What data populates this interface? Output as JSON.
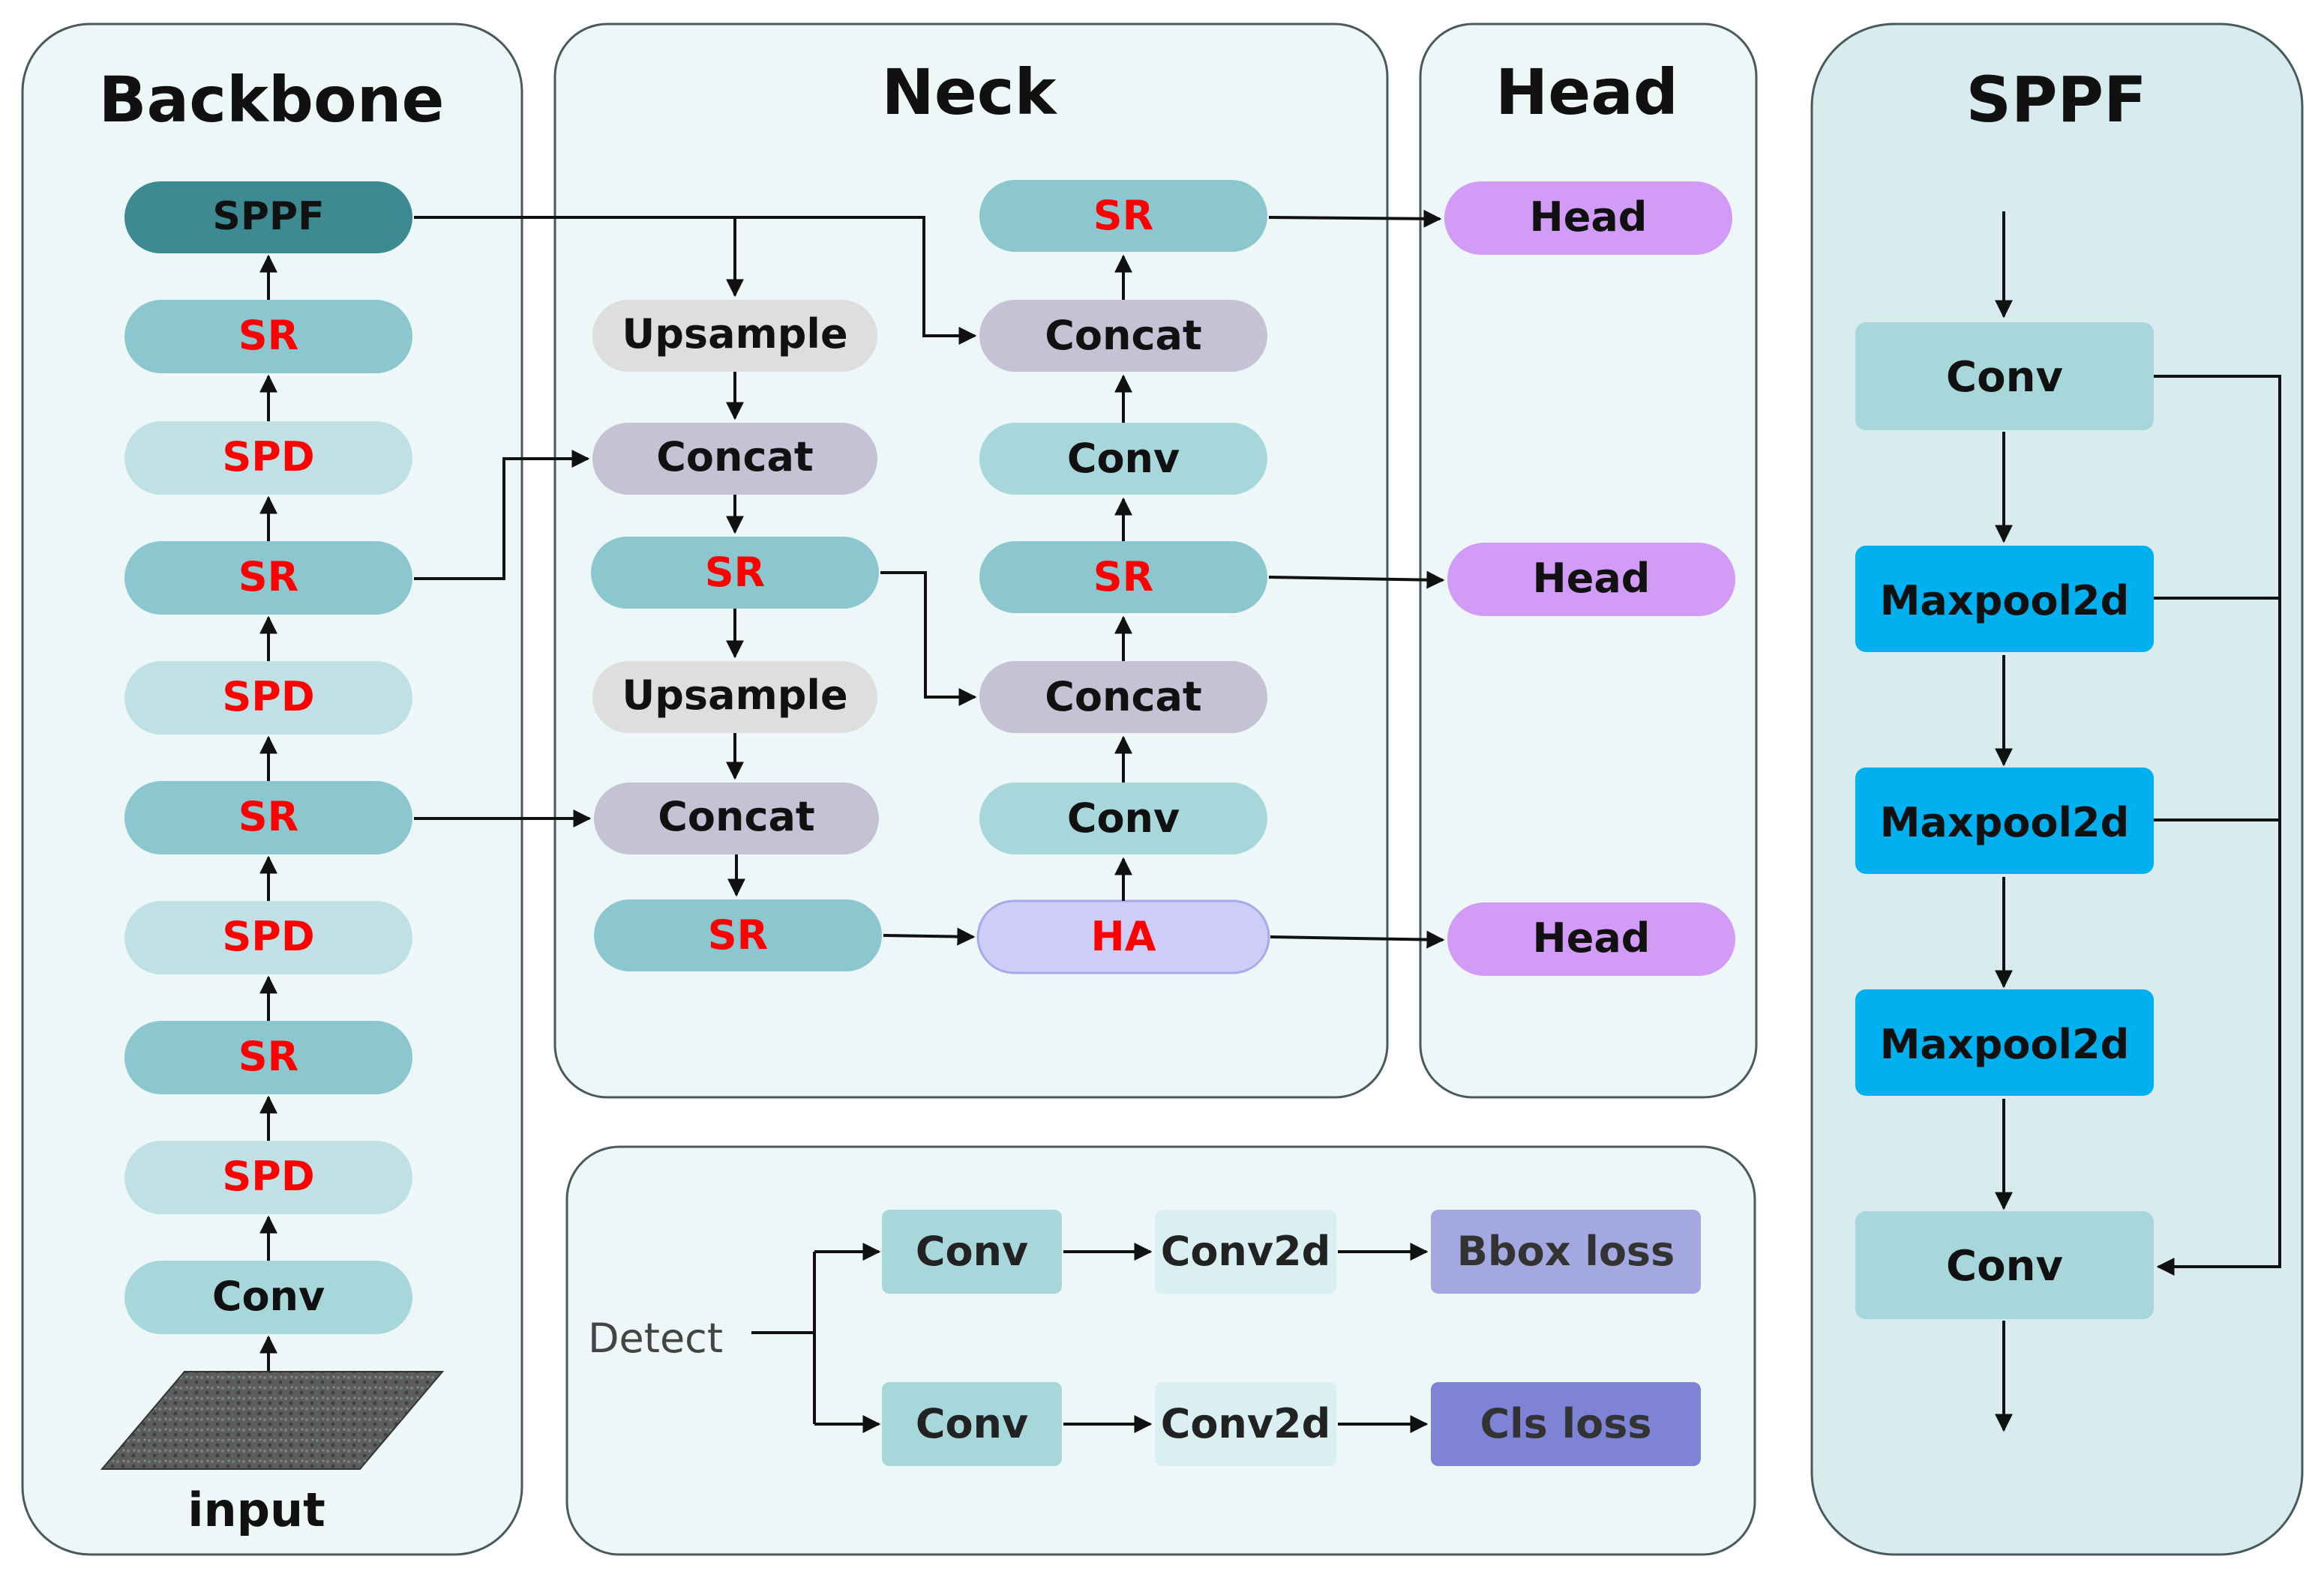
{
  "colors": {
    "panel_fill": "#eef7f7",
    "panel_stroke": "#4a5a5a",
    "sppf_panel_fill": "#d8ecef",
    "sppf_dark": "#3d8a92",
    "sr_fill": "#8cc6cf",
    "spd_fill": "#bfe0e4",
    "conv_fill": "#a8d7db",
    "concat_fill": "#c4c2d4",
    "upsample_fill": "#dedede",
    "ha_fill": "#cdcdf8",
    "head_fill": "#d29cf6",
    "maxpool_fill": "#00b0ef",
    "conv2d_fill": "#d9eff1",
    "bbox_fill": "#a3a9e0",
    "cls_fill": "#7f83d6",
    "red_text": "#ff0000",
    "dark_text": "#111111"
  },
  "panels": {
    "backbone": "Backbone",
    "neck": "Neck",
    "head": "Head",
    "sppf": "SPPF"
  },
  "backbone": {
    "input_label": "input",
    "blocks": [
      {
        "label": "SPPF",
        "kind": "sppf"
      },
      {
        "label": "SR",
        "kind": "sr"
      },
      {
        "label": "SPD",
        "kind": "spd"
      },
      {
        "label": "SR",
        "kind": "sr"
      },
      {
        "label": "SPD",
        "kind": "spd"
      },
      {
        "label": "SR",
        "kind": "sr"
      },
      {
        "label": "SPD",
        "kind": "spd"
      },
      {
        "label": "SR",
        "kind": "sr"
      },
      {
        "label": "SPD",
        "kind": "spd"
      },
      {
        "label": "Conv",
        "kind": "conv"
      }
    ]
  },
  "neck": {
    "left_column": [
      {
        "label": "Upsample",
        "kind": "upsample"
      },
      {
        "label": "Concat",
        "kind": "concat"
      },
      {
        "label": "SR",
        "kind": "sr"
      },
      {
        "label": "Upsample",
        "kind": "upsample"
      },
      {
        "label": "Concat",
        "kind": "concat"
      },
      {
        "label": "SR",
        "kind": "sr"
      }
    ],
    "right_column": [
      {
        "label": "SR",
        "kind": "sr"
      },
      {
        "label": "Concat",
        "kind": "concat"
      },
      {
        "label": "Conv",
        "kind": "conv"
      },
      {
        "label": "SR",
        "kind": "sr"
      },
      {
        "label": "Concat",
        "kind": "concat"
      },
      {
        "label": "Conv",
        "kind": "conv"
      },
      {
        "label": "HA",
        "kind": "ha"
      }
    ]
  },
  "head": {
    "blocks": [
      "Head",
      "Head",
      "Head"
    ]
  },
  "detect": {
    "label": "Detect",
    "rows": [
      {
        "conv": "Conv",
        "conv2d": "Conv2d",
        "loss": "Bbox loss",
        "loss_kind": "bbox"
      },
      {
        "conv": "Conv",
        "conv2d": "Conv2d",
        "loss": "Cls loss",
        "loss_kind": "cls"
      }
    ]
  },
  "sppf": {
    "blocks": [
      {
        "label": "Conv",
        "kind": "conv"
      },
      {
        "label": "Maxpool2d",
        "kind": "maxpool"
      },
      {
        "label": "Maxpool2d",
        "kind": "maxpool"
      },
      {
        "label": "Maxpool2d",
        "kind": "maxpool"
      },
      {
        "label": "Conv",
        "kind": "conv"
      }
    ]
  }
}
